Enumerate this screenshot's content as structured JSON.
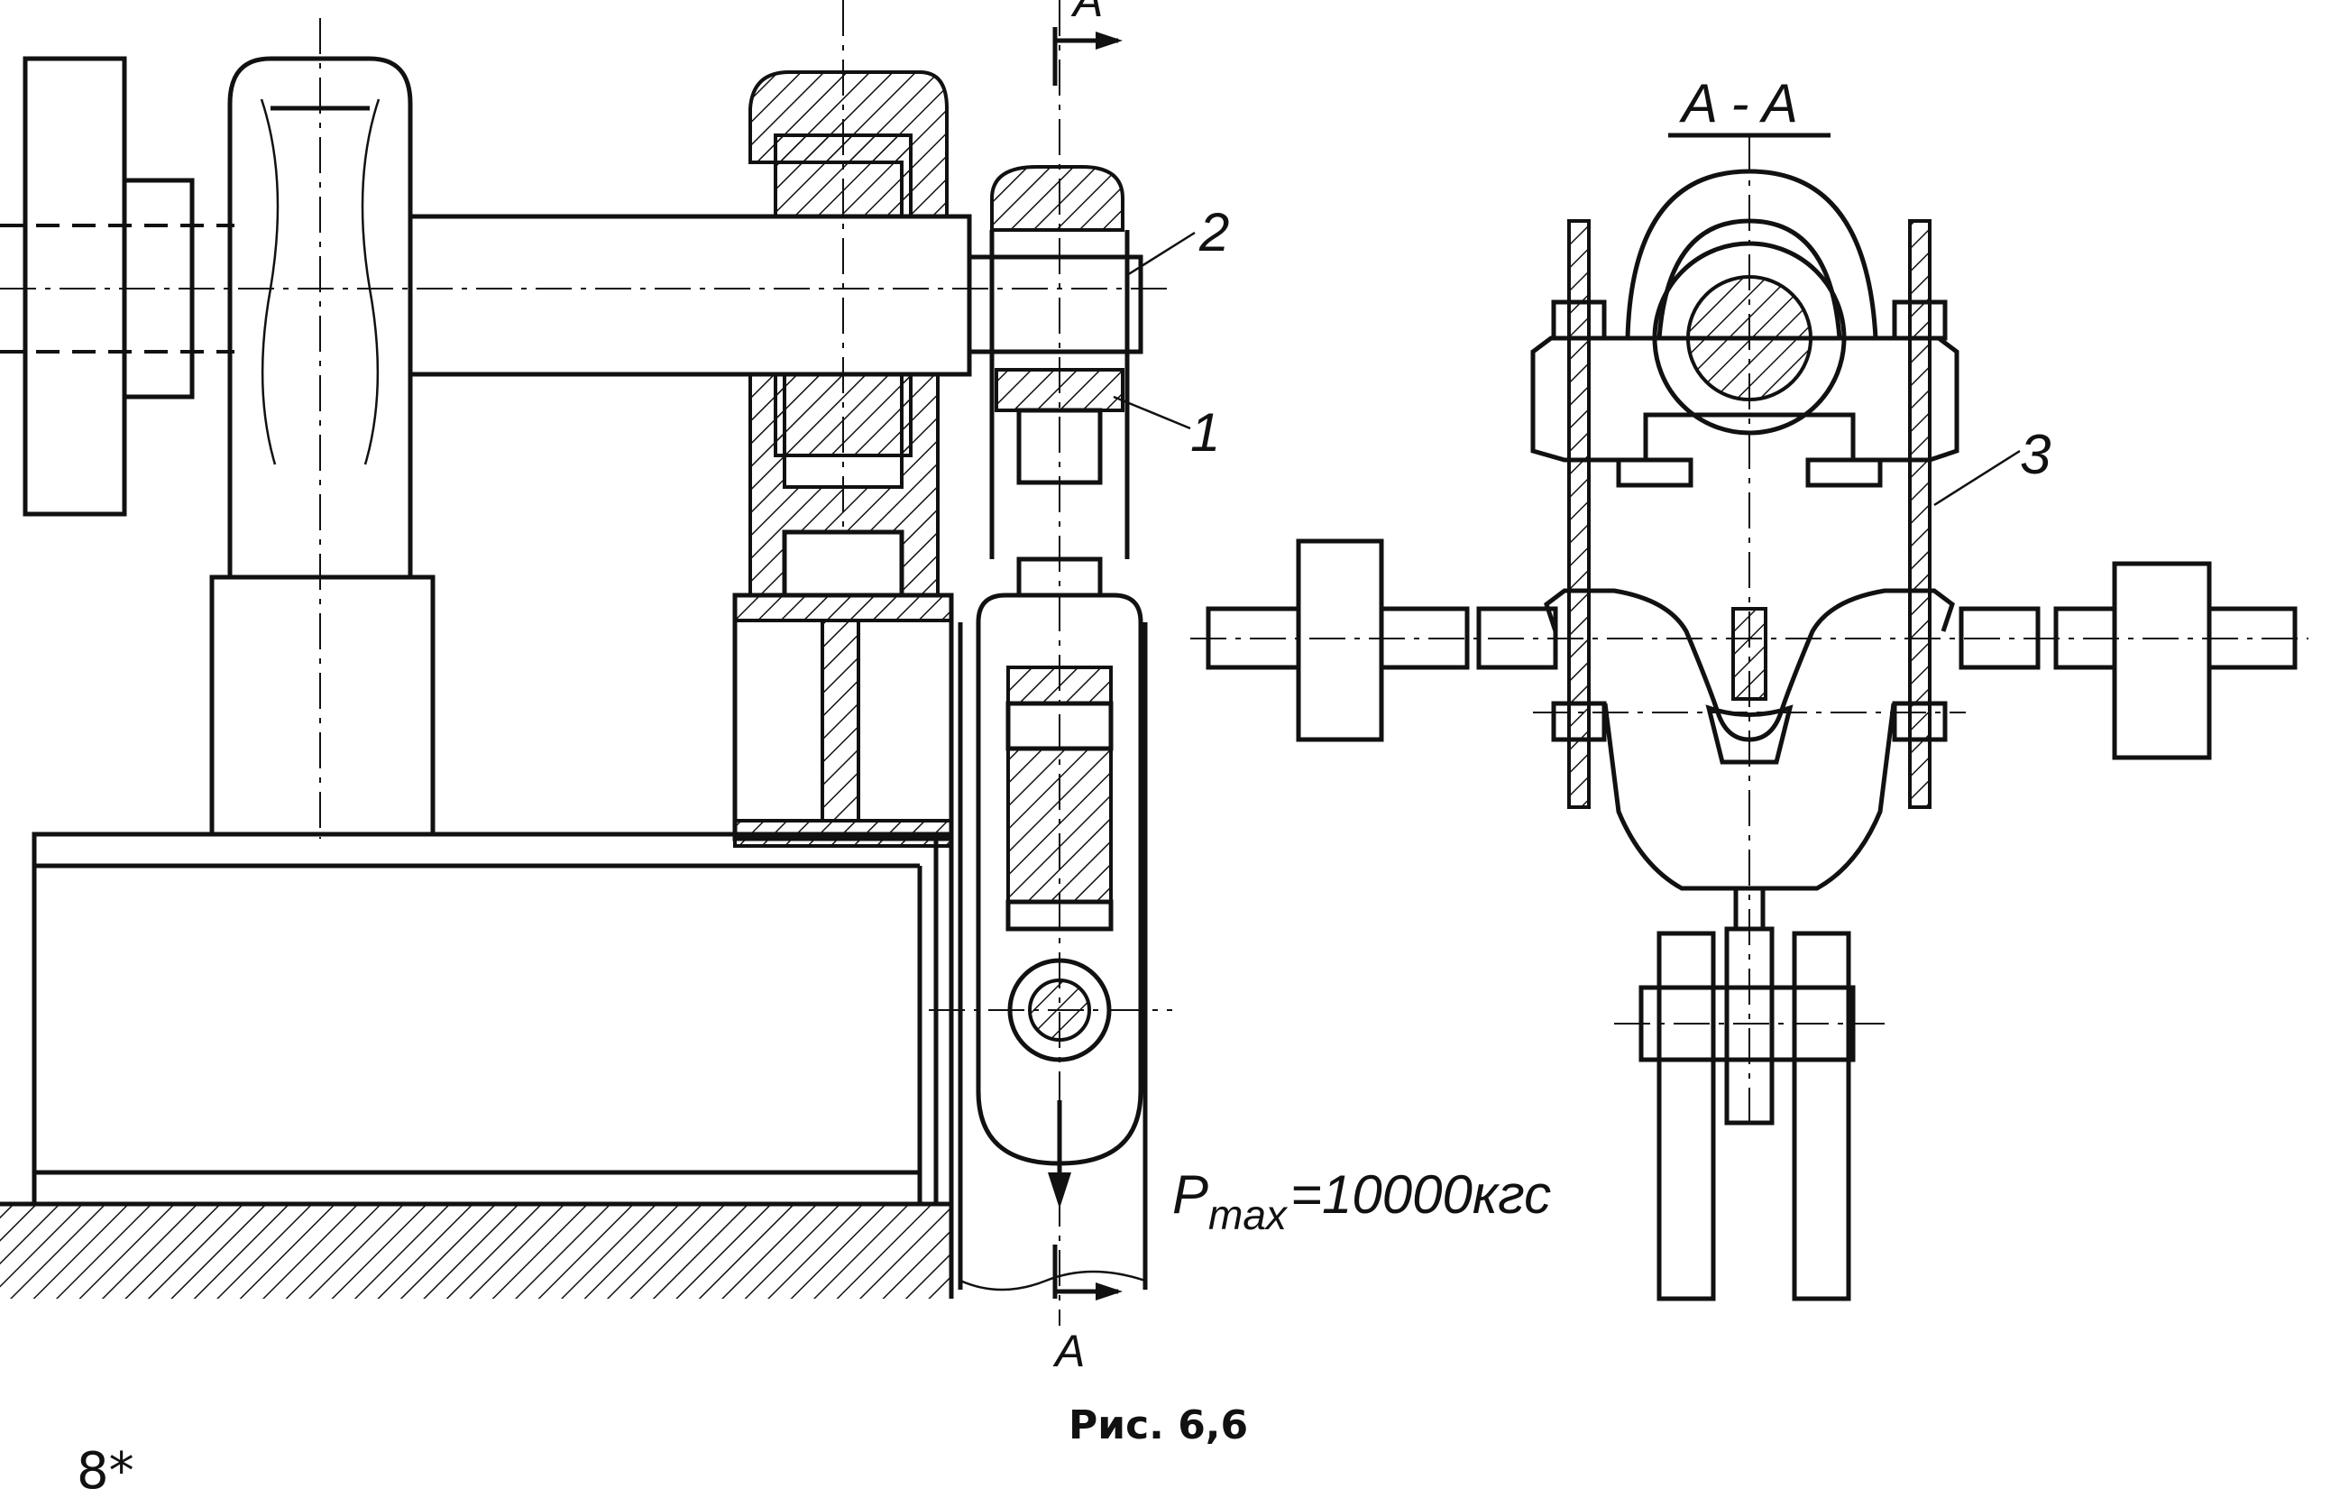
{
  "section_mark_top": "A",
  "section_mark_bottom": "A",
  "section_title": "A - A",
  "part_labels": [
    "1",
    "2",
    "3"
  ],
  "force_label": {
    "base": "P",
    "subscript": "max",
    "value": "=10000кгс"
  },
  "caption": "Рис. 6,6",
  "page_number": "8*"
}
